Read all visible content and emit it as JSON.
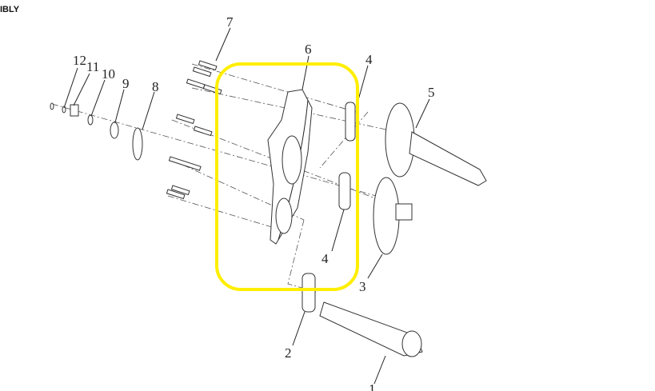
{
  "header": {
    "title": "IBLY"
  },
  "highlight": {
    "color": "#FFEE00",
    "target_part": "6"
  },
  "callouts": [
    {
      "id": "1",
      "label": "1"
    },
    {
      "id": "2",
      "label": "2"
    },
    {
      "id": "3",
      "label": "3"
    },
    {
      "id": "4a",
      "label": "4"
    },
    {
      "id": "4b",
      "label": "4"
    },
    {
      "id": "5",
      "label": "5"
    },
    {
      "id": "6",
      "label": "6"
    },
    {
      "id": "7",
      "label": "7"
    },
    {
      "id": "8",
      "label": "8"
    },
    {
      "id": "9",
      "label": "9"
    },
    {
      "id": "10",
      "label": "10"
    },
    {
      "id": "11",
      "label": "11"
    },
    {
      "id": "12",
      "label": "12"
    }
  ]
}
